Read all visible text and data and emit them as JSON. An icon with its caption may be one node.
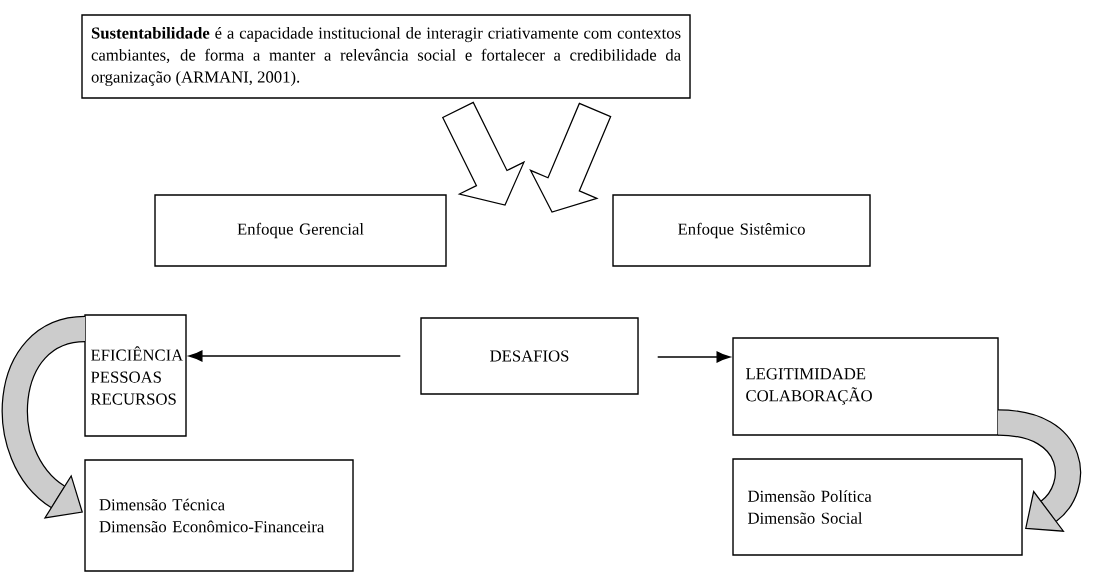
{
  "diagram": {
    "nodes": [
      {
        "text": [
          "**Sustentabilidade** é a capacidade institucional de interagir criativamente com contextos cambiantes, de forma a manter a relevância social e fortalecer a credibilidade da organização (ARMANI, 2001)."
        ]
      },
      {
        "text": [
          "Enfoque Gerencial"
        ]
      },
      {
        "text": [
          "Enfoque Sistêmico"
        ]
      },
      {
        "text": [
          "EFICIÊNCIA",
          "PESSOAS",
          "RECURSOS"
        ]
      },
      {
        "text": [
          "DESAFIOS"
        ]
      },
      {
        "text": [
          "LEGITIMIDADE",
          "COLABORAÇÃO"
        ]
      },
      {
        "text": [
          "Dimensão Técnica",
          "Dimensão Econômico-Financeira"
        ]
      },
      {
        "text": [
          "Dimensão Política",
          "Dimensão Social"
        ]
      }
    ],
    "edges": [
      {
        "from": 0,
        "to": 1,
        "arrow": "to"
      },
      {
        "from": 0,
        "to": 2,
        "arrow": "to"
      },
      {
        "from": 4,
        "to": 3,
        "arrow": "to"
      },
      {
        "from": 4,
        "to": 5,
        "arrow": "to"
      },
      {
        "from": 3,
        "to": 6,
        "arrow": "to",
        "style": "thick"
      },
      {
        "from": 5,
        "to": 7,
        "arrow": "to",
        "style": "thick"
      }
    ]
  }
}
